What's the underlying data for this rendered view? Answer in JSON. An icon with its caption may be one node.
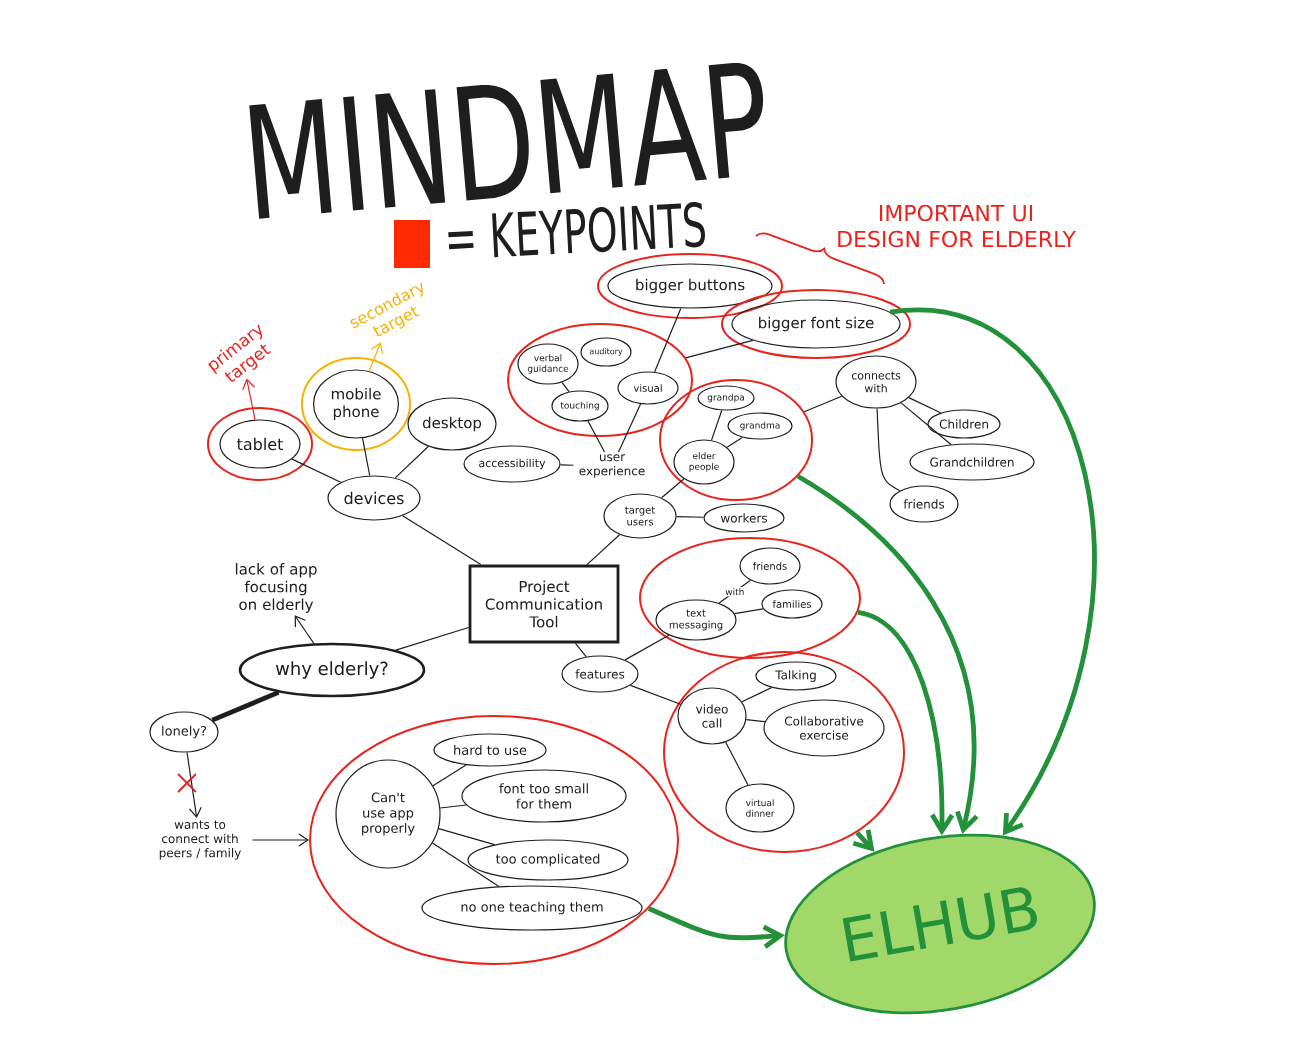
{
  "diagram": {
    "title": "MINDMAP",
    "nodes": [
      {
        "text": [
          "primary target"
        ]
      },
      {
        "text": [
          "secondary target"
        ]
      },
      {
        "text": [
          "tablet"
        ]
      },
      {
        "text": [
          "mobile phone"
        ]
      },
      {
        "text": [
          "desktop"
        ]
      },
      {
        "text": [
          "devices"
        ]
      },
      {
        "text": [],
        "shape": "circle"
      },
      {
        "text": [
          "verbal guidance"
        ],
        "in": 6
      },
      {
        "text": [
          "auditory"
        ],
        "in": 6
      },
      {
        "text": [
          "touching"
        ],
        "in": 6
      },
      {
        "text": [
          "visual"
        ],
        "in": 6
      },
      {
        "text": [
          "bigger buttons"
        ]
      },
      {
        "text": [
          "bigger font size"
        ]
      },
      {
        "text": [
          "accessibility"
        ]
      },
      {
        "text": [
          "user experience"
        ]
      },
      {
        "text": [
          "connects with"
        ]
      },
      {
        "text": [],
        "shape": "circle"
      },
      {
        "text": [
          "grandpa"
        ],
        "in": 16
      },
      {
        "text": [
          "grandma"
        ],
        "in": 16
      },
      {
        "text": [
          "elder people"
        ],
        "in": 16
      },
      {
        "text": [
          "Children"
        ]
      },
      {
        "text": [
          "Grandchildren"
        ]
      },
      {
        "text": [
          "friends"
        ]
      },
      {
        "text": [
          "target users"
        ]
      },
      {
        "text": [
          "workers"
        ]
      },
      {
        "text": [],
        "shape": "circle"
      },
      {
        "text": [
          "text messaging"
        ],
        "in": 25
      },
      {
        "text": [
          "friends"
        ],
        "in": 25
      },
      {
        "text": [
          "families"
        ],
        "in": 25
      },
      {
        "text": [
          "Project Communication Tool"
        ]
      },
      {
        "text": [
          "lack of app focusing on elderly"
        ]
      },
      {
        "text": [
          "why elderly?"
        ]
      },
      {
        "text": [
          "features"
        ]
      },
      {
        "text": [],
        "shape": "circle"
      },
      {
        "text": [
          "video call"
        ],
        "in": 33
      },
      {
        "text": [
          "Talking"
        ],
        "in": 33
      },
      {
        "text": [
          "Collaborative exercise"
        ],
        "in": 33
      },
      {
        "text": [
          "virtual dinner"
        ],
        "in": 33
      },
      {
        "text": [
          "lonely?"
        ]
      },
      {
        "text": [
          "wants to connect with peers / family"
        ]
      },
      {
        "text": [],
        "shape": "circle"
      },
      {
        "text": [
          "Can't use app properly"
        ],
        "in": 40
      },
      {
        "text": [
          "hard to use"
        ],
        "in": 40
      },
      {
        "text": [
          "font too small for them"
        ],
        "in": 40
      },
      {
        "text": [
          "too complicated"
        ],
        "in": 40
      },
      {
        "text": [
          "no one teaching them"
        ],
        "in": 40
      },
      {
        "text": [
          "ELHUB"
        ]
      }
    ],
    "edges": [
      {
        "from": 2,
        "to": 0,
        "arrow": "to",
        "color": "#e8231c"
      },
      {
        "from": 3,
        "to": 1,
        "arrow": "to",
        "color": "#f5b200"
      },
      {
        "from": 5,
        "to": 2,
        "arrow": "none"
      },
      {
        "from": 5,
        "to": 3,
        "arrow": "none"
      },
      {
        "from": 5,
        "to": 4,
        "arrow": "none"
      },
      {
        "from": 29,
        "to": 5,
        "arrow": "none"
      },
      {
        "from": 29,
        "to": 23,
        "arrow": "none"
      },
      {
        "from": 29,
        "to": 31,
        "arrow": "none"
      },
      {
        "from": 29,
        "to": 32,
        "arrow": "none"
      },
      {
        "from": 23,
        "to": 19,
        "arrow": "none"
      },
      {
        "from": 23,
        "to": 24,
        "arrow": "none"
      },
      {
        "from": 19,
        "to": 17,
        "arrow": "none"
      },
      {
        "from": 19,
        "to": 18,
        "arrow": "none"
      },
      {
        "from": 16,
        "to": 15,
        "arrow": "none"
      },
      {
        "from": 15,
        "to": 20,
        "arrow": "none"
      },
      {
        "from": 15,
        "to": 21,
        "arrow": "none"
      },
      {
        "from": 15,
        "to": 22,
        "arrow": "none"
      },
      {
        "from": 14,
        "to": 9,
        "arrow": "none"
      },
      {
        "from": 14,
        "to": 10,
        "arrow": "none"
      },
      {
        "from": 13,
        "to": 14,
        "arrow": "none"
      },
      {
        "from": 9,
        "to": 7,
        "arrow": "none"
      },
      {
        "from": 10,
        "to": 11,
        "arrow": "none"
      },
      {
        "from": 6,
        "to": 12,
        "arrow": "none"
      },
      {
        "from": 31,
        "to": 30,
        "arrow": "to"
      },
      {
        "from": 31,
        "to": 38,
        "arrow": "none",
        "style": "thick"
      },
      {
        "from": 38,
        "to": 39,
        "arrow": "to"
      },
      {
        "from": 39,
        "to": 40,
        "arrow": "to"
      },
      {
        "from": 41,
        "to": 42,
        "arrow": "none"
      },
      {
        "from": 41,
        "to": 43,
        "arrow": "none"
      },
      {
        "from": 41,
        "to": 44,
        "arrow": "none"
      },
      {
        "from": 41,
        "to": 45,
        "arrow": "none"
      },
      {
        "from": 32,
        "to": 26,
        "arrow": "none"
      },
      {
        "from": 32,
        "to": 34,
        "arrow": "none"
      },
      {
        "from": 26,
        "to": 27,
        "arrow": "none",
        "label": "with"
      },
      {
        "from": 26,
        "to": 28,
        "arrow": "none"
      },
      {
        "from": 34,
        "to": 35,
        "arrow": "none"
      },
      {
        "from": 34,
        "to": 36,
        "arrow": "none"
      },
      {
        "from": 34,
        "to": 37,
        "arrow": "none"
      },
      {
        "from": 12,
        "to": 46,
        "arrow": "to",
        "style": "thick",
        "color": "#23903a"
      },
      {
        "from": 16,
        "to": 46,
        "arrow": "to",
        "style": "thick",
        "color": "#23903a"
      },
      {
        "from": 25,
        "to": 46,
        "arrow": "to",
        "style": "thick",
        "color": "#23903a"
      },
      {
        "from": 33,
        "to": 46,
        "arrow": "to",
        "style": "thick",
        "color": "#23903a"
      },
      {
        "from": 40,
        "to": 46,
        "arrow": "to",
        "style": "thick",
        "color": "#23903a"
      }
    ],
    "labels": [
      "IMPORTANT UI DESIGN FOR ELDERLY"
    ],
    "legend": [
      {
        "text": "= KEYPOINTS",
        "color": "#ff2a00"
      }
    ]
  }
}
